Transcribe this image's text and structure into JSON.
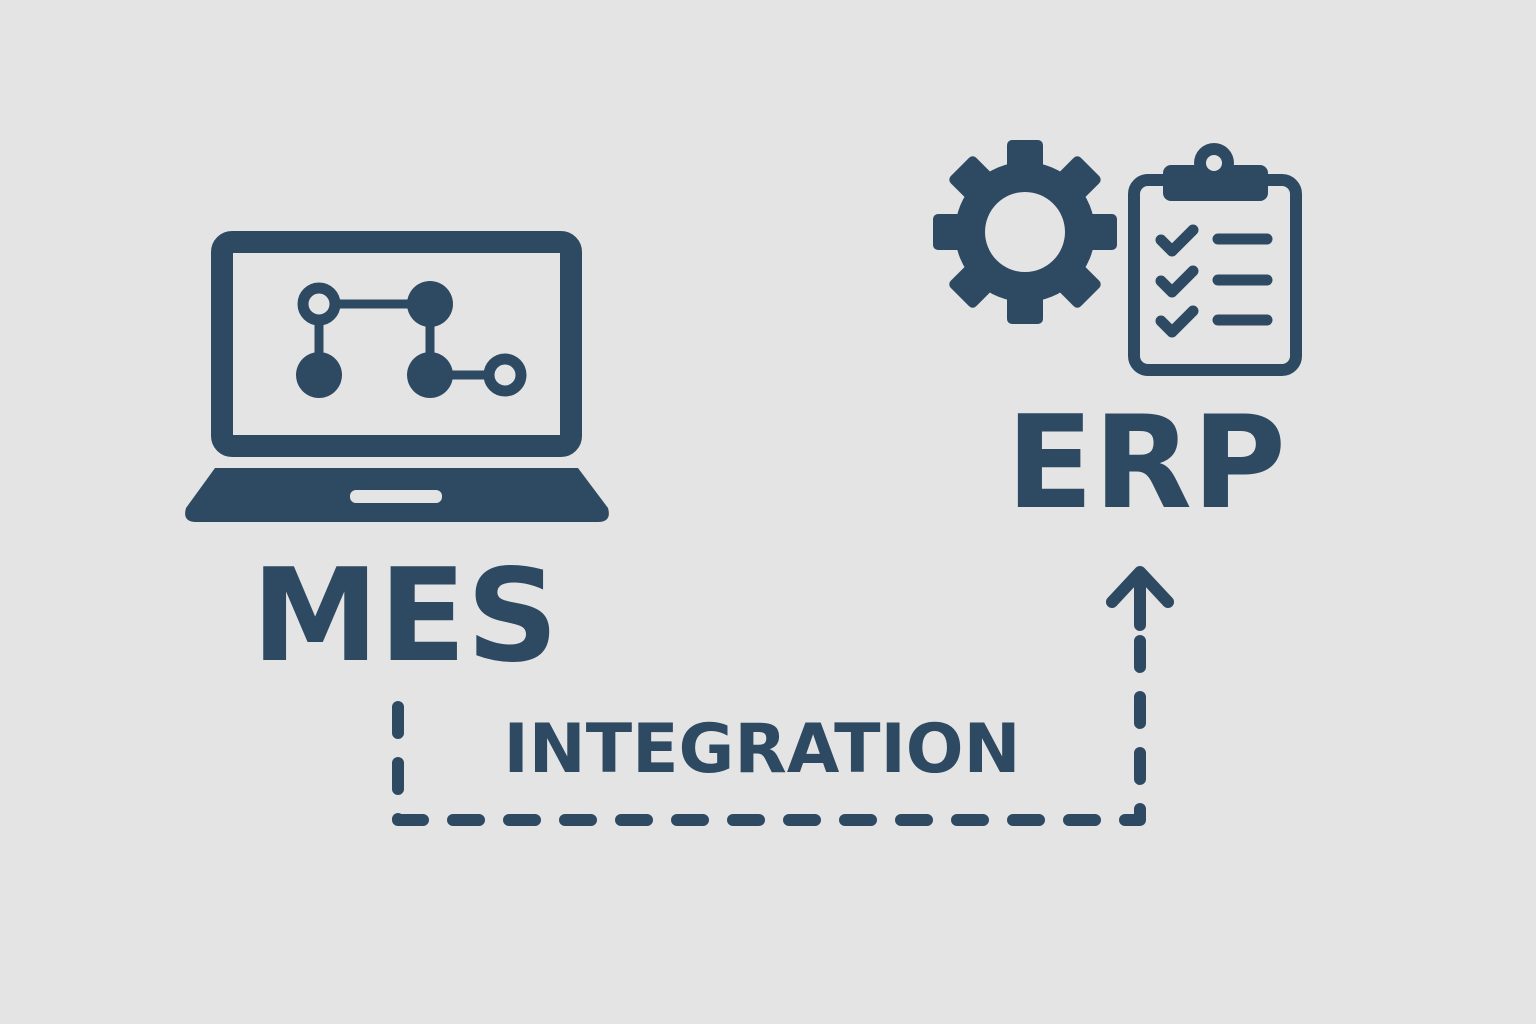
{
  "colors": {
    "primary": "#2e4a63",
    "background": "#e4e4e4"
  },
  "mes": {
    "label": "MES",
    "icon": "laptop-network-icon"
  },
  "erp": {
    "label": "ERP",
    "icons": [
      "gear-icon",
      "clipboard-checklist-icon"
    ]
  },
  "connector": {
    "label": "INTEGRATION",
    "icon": "arrow-up-icon"
  }
}
